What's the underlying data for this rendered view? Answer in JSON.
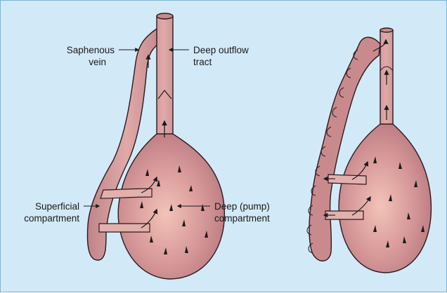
{
  "labels": {
    "saphenous_line1": "Saphenous",
    "saphenous_line2": "vein",
    "deep_outflow_line1": "Deep outflow",
    "deep_outflow_line2": "tract",
    "superficial_line1": "Superficial",
    "superficial_line2": "compartment",
    "deep_pump_line1": "Deep (pump)",
    "deep_pump_line2": "compartment"
  },
  "colors": {
    "background": "#d2e9f8",
    "border": "#7fb4d6",
    "tissue_fill": "#c98a8e",
    "tissue_outline": "#2a1a1c",
    "highlight": "#f2c3b8",
    "vessel_fill": "#d39a9a",
    "marks": "#1a1a1a"
  },
  "icons": {
    "arrow": "arrow-icon",
    "valve": "valve-icon"
  }
}
